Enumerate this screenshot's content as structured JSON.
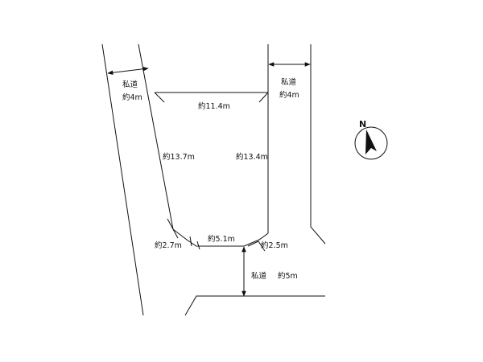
{
  "roads": {
    "left_road": {
      "name": "私道",
      "width": "約4m"
    },
    "right_road": {
      "name": "私道",
      "width": "約4m"
    },
    "bottom_road": {
      "name": "私道",
      "width": "約5m"
    }
  },
  "lot": {
    "top_side": "約11.4m",
    "left_side": "約13.7m",
    "right_side": "約13.4m",
    "bottom_side": "約5.1m",
    "bottom_left_corner_cut": "約2.7m",
    "bottom_right_corner_cut": "約2.5m"
  },
  "compass": {
    "label": "N"
  },
  "colors": {
    "line": "#111111",
    "background": "#ffffff"
  }
}
